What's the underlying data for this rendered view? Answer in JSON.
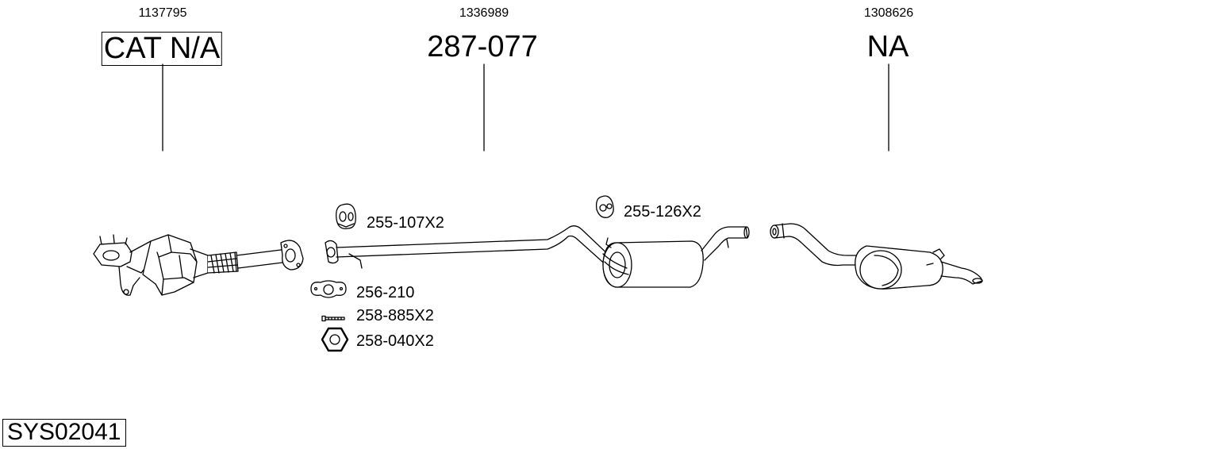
{
  "title": "SYS02041",
  "parts": [
    {
      "oe_number": "1137795",
      "part_number": "CAT N/A",
      "boxed": true
    },
    {
      "oe_number": "1336989",
      "part_number": "287-077",
      "boxed": false
    },
    {
      "oe_number": "1308626",
      "part_number": "NA",
      "boxed": false
    }
  ],
  "accessories": [
    {
      "code": "255-107X2",
      "icon": "rubber-hanger-icon"
    },
    {
      "code": "255-126X2",
      "icon": "rubber-hanger-icon"
    },
    {
      "code": "256-210",
      "icon": "gasket-icon"
    },
    {
      "code": "258-885X2",
      "icon": "bolt-icon"
    },
    {
      "code": "258-040X2",
      "icon": "nut-icon"
    }
  ]
}
